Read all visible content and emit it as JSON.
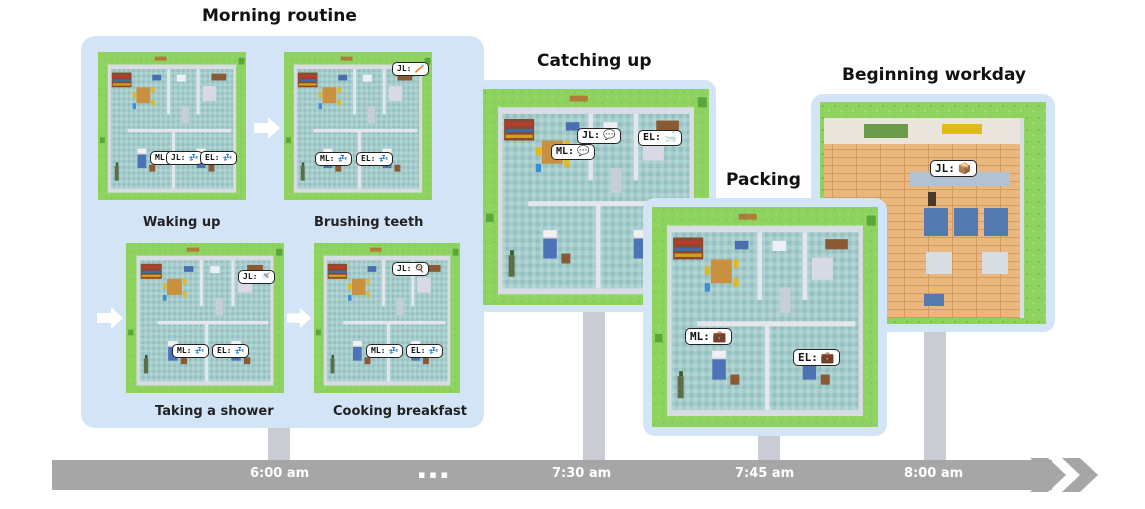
{
  "titles": {
    "morning": "Morning routine",
    "catching": "Catching up",
    "packing": "Packing",
    "beginning": "Beginning workday"
  },
  "captions": {
    "waking": "Waking up",
    "brushing": "Brushing teeth",
    "shower": "Taking a shower",
    "breakfast": "Cooking breakfast"
  },
  "timeline": {
    "t1": "6:00 am",
    "dots": "▪ ▪ ▪",
    "t2": "7:30 am",
    "t3": "7:45 am",
    "t4": "8:00 am"
  },
  "bubbles": {
    "wake_ml": "ML:",
    "wake_ml_icon": "💤",
    "wake_jl": "JL:",
    "wake_jl_icon": "💤",
    "wake_el": "EL:",
    "wake_el_icon": "💤",
    "brush_jl": "JL:",
    "brush_jl_icon": "🪥",
    "brush_ml": "ML:",
    "brush_ml_icon": "💤",
    "brush_el": "EL:",
    "brush_el_icon": "💤",
    "shower_jl": "JL:",
    "shower_jl_icon": "🚿",
    "shower_ml": "ML:",
    "shower_ml_icon": "💤",
    "shower_el": "EL:",
    "shower_el_icon": "💤",
    "cook_jl": "JL:",
    "cook_jl_icon": "🍳",
    "cook_ml": "ML:",
    "cook_ml_icon": "💤",
    "cook_el": "EL:",
    "cook_el_icon": "💤",
    "catch_ml": "ML:",
    "catch_ml_icon": "💬",
    "catch_jl": "JL:",
    "catch_jl_icon": "💬",
    "catch_el": "EL:",
    "catch_el_icon": "🛁",
    "pack_ml": "ML:",
    "pack_ml_icon": "💼",
    "pack_el": "EL:",
    "pack_el_icon": "💼",
    "work_jl": "JL:",
    "work_jl_icon": "📦"
  },
  "colors": {
    "panel": "#d3e4f7",
    "grass": "#8ed35f",
    "floor": "#9fc7c7",
    "wood": "#e8b37a",
    "timeline": "#a6a6a6"
  }
}
